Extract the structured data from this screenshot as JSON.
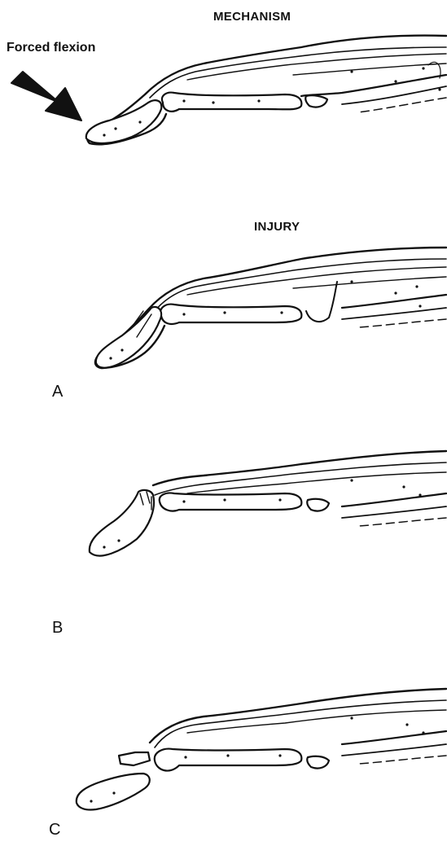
{
  "headings": {
    "mechanism": "MECHANISM",
    "injury": "INJURY"
  },
  "arrow": {
    "label": "Forced flexion"
  },
  "panels": [
    {
      "letter": "A"
    },
    {
      "letter": "B"
    },
    {
      "letter": "C"
    }
  ],
  "colors": {
    "ink": "#111111",
    "background": "#ffffff"
  }
}
